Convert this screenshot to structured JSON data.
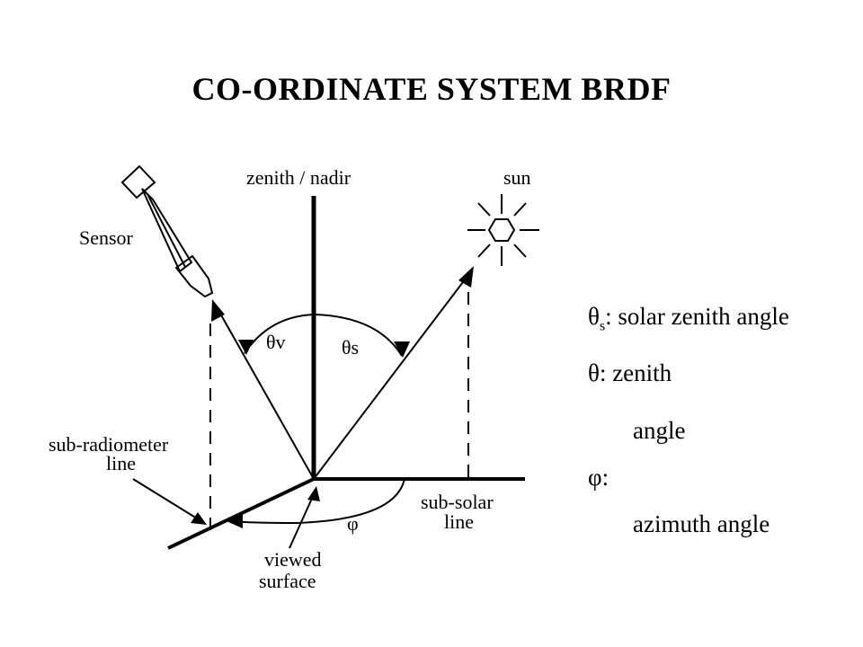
{
  "title": "CO-ORDINATE SYSTEM BRDF",
  "diagram": {
    "labels": {
      "zenith": "zenith / nadir",
      "sun": "sun",
      "sensor": "Sensor",
      "theta_v": "θv",
      "theta_s": "θs",
      "sub_radiometer_1": "sub-radiometer",
      "sub_radiometer_2": "line",
      "sub_solar_1": "sub-solar",
      "sub_solar_2": "line",
      "phi": "φ",
      "viewed_1": "viewed",
      "viewed_2": "surface"
    }
  },
  "legend": {
    "row1_symbol": "θ",
    "row1_sub": "s",
    "row1_text": ":  solar zenith angle",
    "row2_symbol": "θ",
    "row2_sub": "",
    "row2_text": ":       zenith",
    "row3_text": "angle",
    "row4_text": "φ:",
    "row5_text": "",
    "row6_text": "  azimuth angle"
  }
}
